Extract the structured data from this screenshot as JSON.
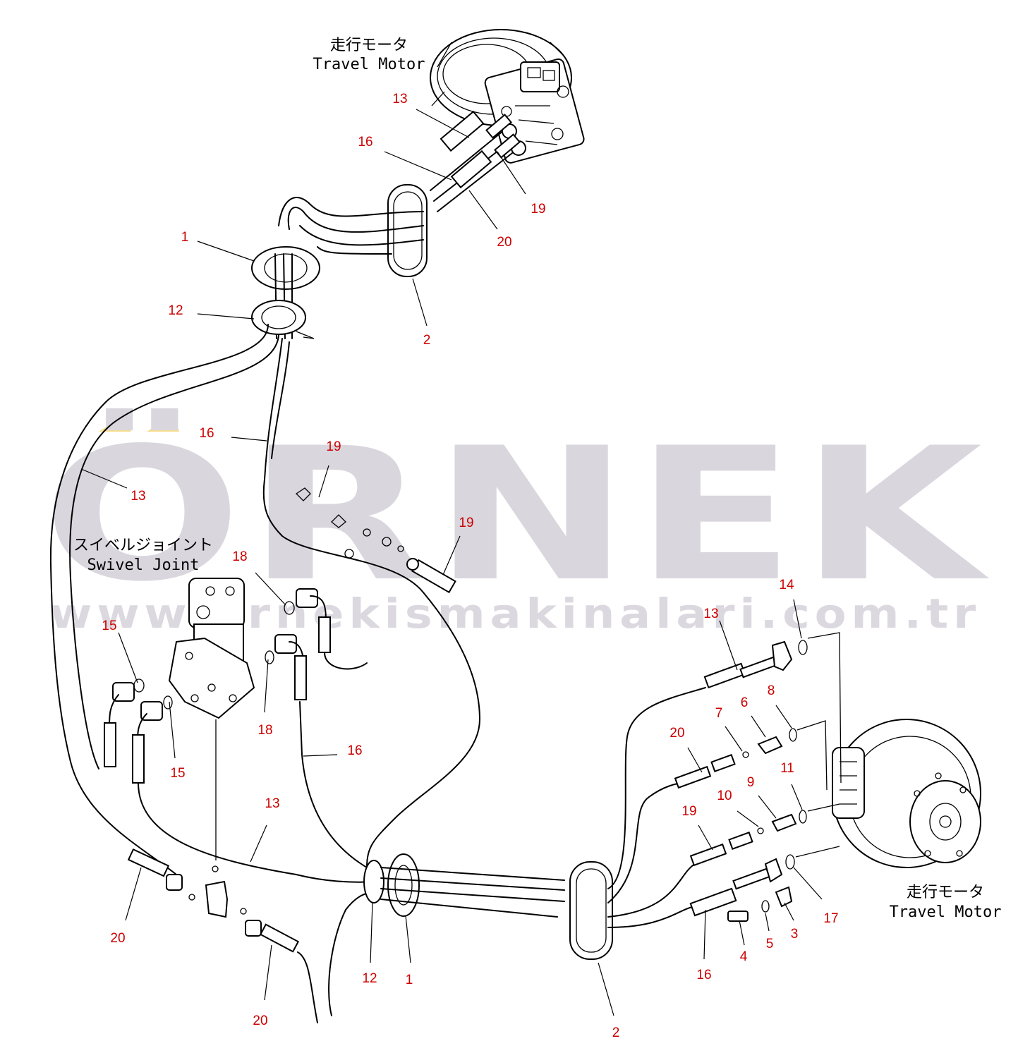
{
  "labels": {
    "travel_motor_top_jp": "走行モータ",
    "travel_motor_top_en": "Travel Motor",
    "travel_motor_right_jp": "走行モータ",
    "travel_motor_right_en": "Travel Motor",
    "swivel_joint_jp": "スイベルジョイント",
    "swivel_joint_en": "Swivel Joint"
  },
  "watermark": {
    "brand": "ÖRNEK",
    "url": "www.ornekismakinalari.com.tr",
    "accent_color": "#f6dc8a",
    "text_color": "#d9d5dc"
  },
  "colors": {
    "callout": "#cc0000",
    "line": "#000000"
  },
  "callouts": [
    {
      "id": "c1",
      "text": "13"
    },
    {
      "id": "c2",
      "text": "16"
    },
    {
      "id": "c3",
      "text": "19"
    },
    {
      "id": "c4",
      "text": "20"
    },
    {
      "id": "c5",
      "text": "1"
    },
    {
      "id": "c6",
      "text": "12"
    },
    {
      "id": "c7",
      "text": "2"
    },
    {
      "id": "c8",
      "text": "16"
    },
    {
      "id": "c9",
      "text": "19"
    },
    {
      "id": "c10",
      "text": "13"
    },
    {
      "id": "c11",
      "text": "19"
    },
    {
      "id": "c12",
      "text": "18"
    },
    {
      "id": "c13",
      "text": "15"
    },
    {
      "id": "c14",
      "text": "18"
    },
    {
      "id": "c15",
      "text": "15"
    },
    {
      "id": "c16",
      "text": "16"
    },
    {
      "id": "c17",
      "text": "13"
    },
    {
      "id": "c18",
      "text": "20"
    },
    {
      "id": "c19",
      "text": "20"
    },
    {
      "id": "c20",
      "text": "12"
    },
    {
      "id": "c21",
      "text": "1"
    },
    {
      "id": "c22",
      "text": "2"
    },
    {
      "id": "c23",
      "text": "14"
    },
    {
      "id": "c24",
      "text": "13"
    },
    {
      "id": "c25",
      "text": "8"
    },
    {
      "id": "c26",
      "text": "6"
    },
    {
      "id": "c27",
      "text": "7"
    },
    {
      "id": "c28",
      "text": "20"
    },
    {
      "id": "c29",
      "text": "11"
    },
    {
      "id": "c30",
      "text": "9"
    },
    {
      "id": "c31",
      "text": "10"
    },
    {
      "id": "c32",
      "text": "19"
    },
    {
      "id": "c33",
      "text": "17"
    },
    {
      "id": "c34",
      "text": "3"
    },
    {
      "id": "c35",
      "text": "5"
    },
    {
      "id": "c36",
      "text": "4"
    },
    {
      "id": "c37",
      "text": "16"
    }
  ]
}
